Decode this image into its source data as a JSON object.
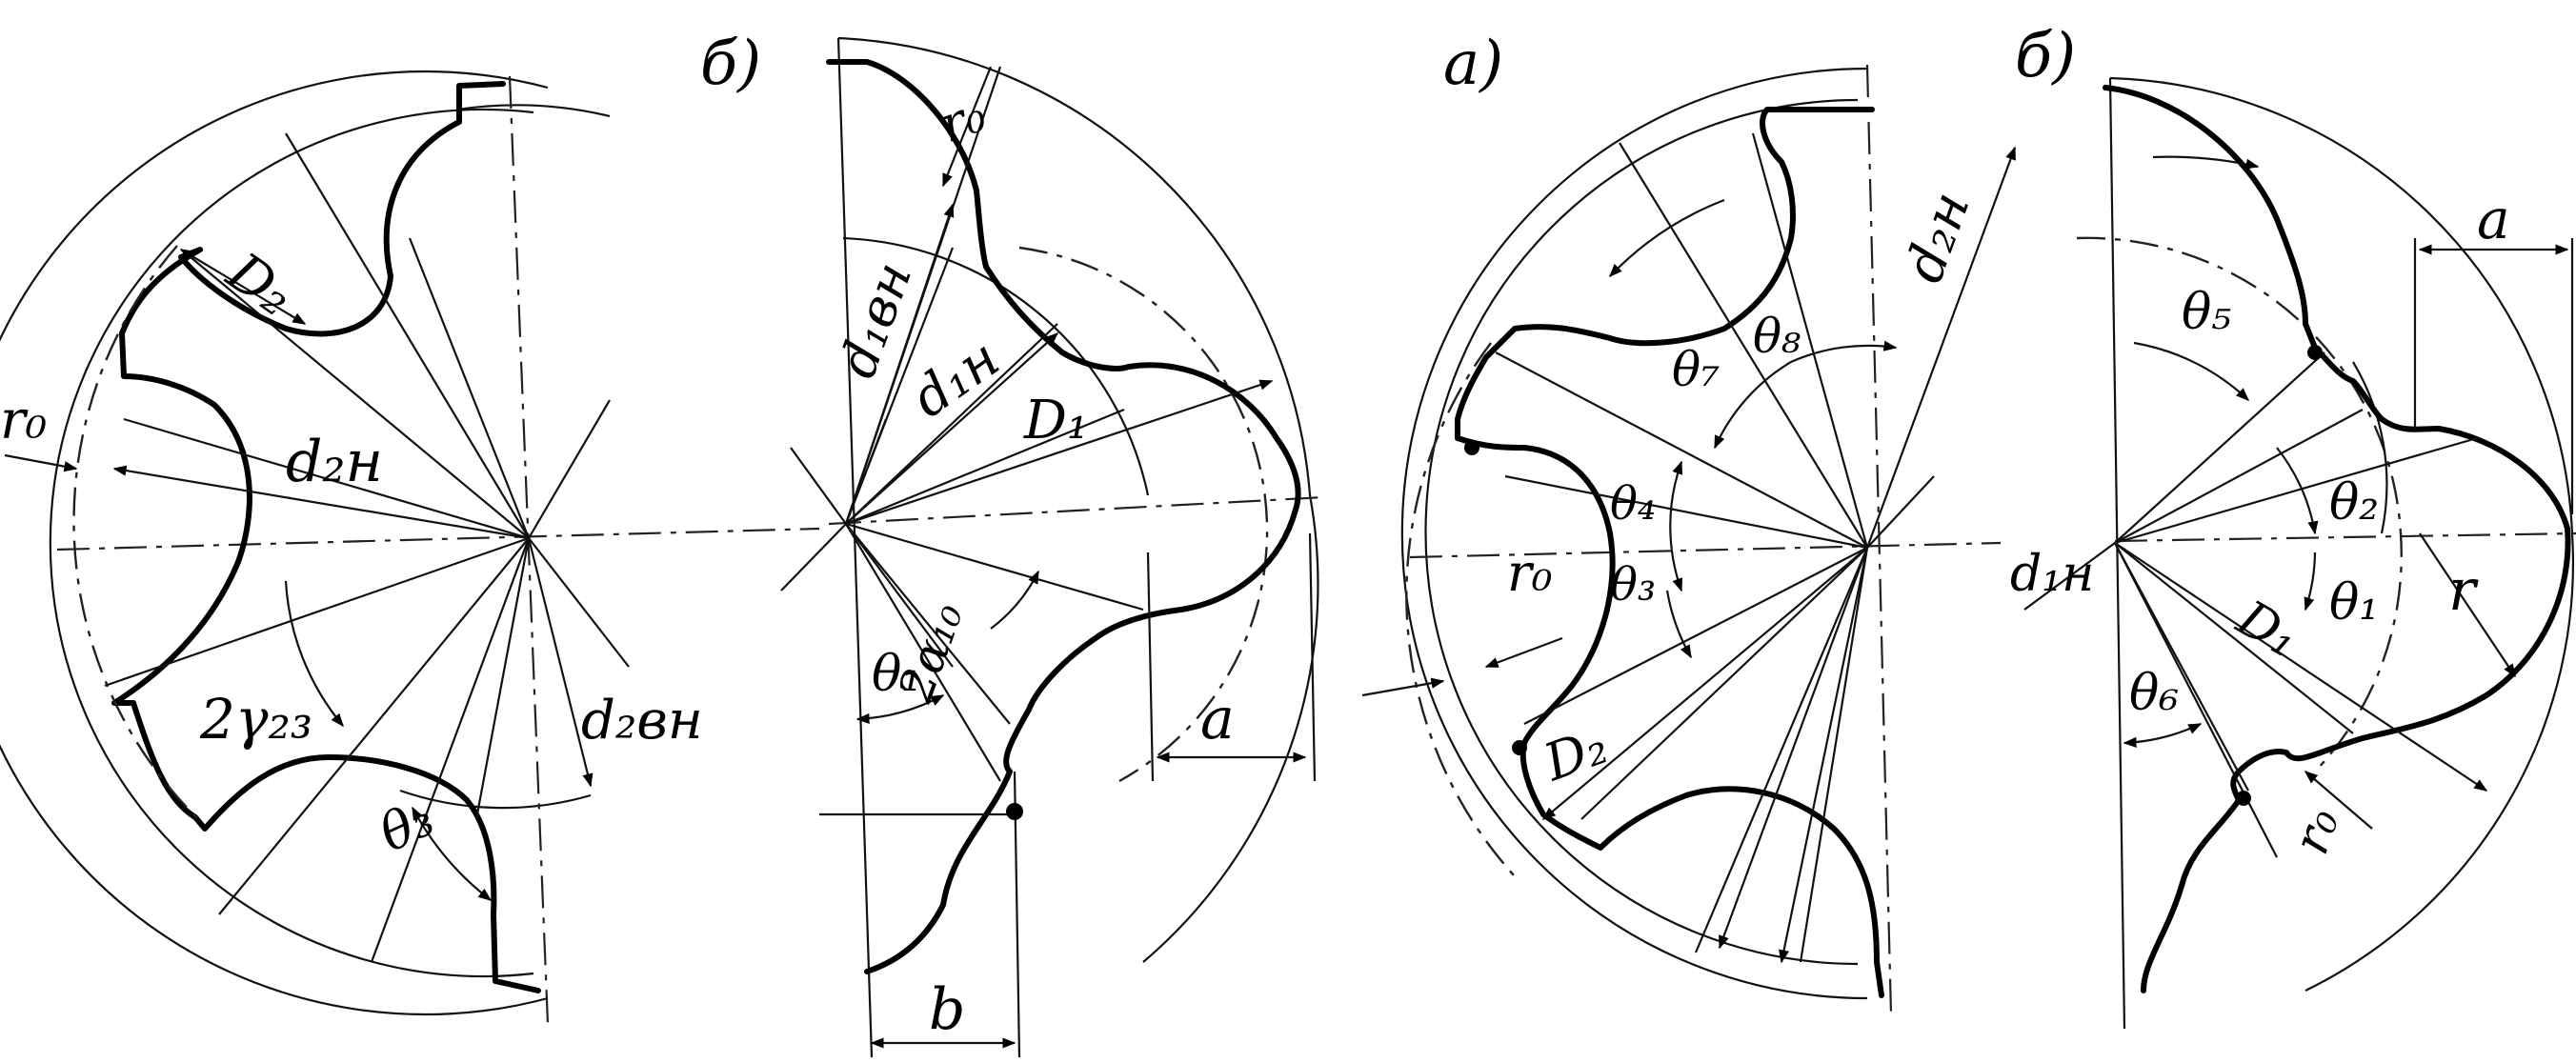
{
  "panels": {
    "left_b": "б)",
    "mid_a": "а)",
    "right_b": "б)"
  },
  "labels": {
    "p1_D2": "D₂",
    "p1_r0": "r₀",
    "p1_d2n": "d₂н",
    "p1_d2vn": "d₂вн",
    "p1_2gamma": "2γ₂₃",
    "p1_theta3": "θ₃",
    "p2_r0": "r₀",
    "p2_d1vn": "d₁вн",
    "p2_d1n": "d₁н",
    "p2_D1": "D₁",
    "p2_theta1": "θ₁",
    "p2_2alpha": "2α₁₀",
    "p2_a": "a",
    "p2_b": "b",
    "p3_d2n": "d₂н",
    "p3_theta8": "θ₈",
    "p3_theta7": "θ₇",
    "p3_theta4": "θ₄",
    "p3_theta3": "θ₃",
    "p3_r0": "r₀",
    "p3_D2": "D₂",
    "p4_a": "a",
    "p4_theta5": "θ₅",
    "p4_theta2": "θ₂",
    "p4_d1n": "d₁н",
    "p4_D1": "D₁",
    "p4_theta1": "θ₁",
    "p4_r": "r",
    "p4_theta6": "θ₆",
    "p4_r0": "r₀"
  }
}
